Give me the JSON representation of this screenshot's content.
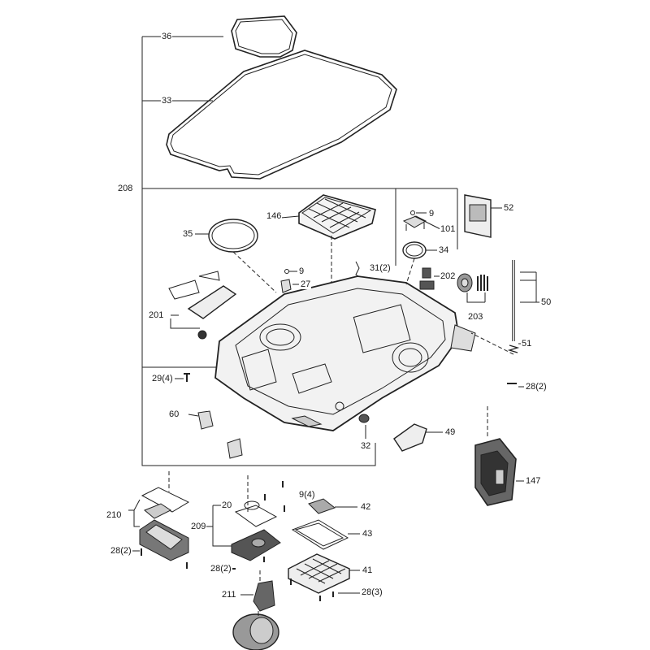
{
  "callouts": {
    "c36": "36",
    "c33": "33",
    "c208": "208",
    "c146": "146",
    "c35": "35",
    "c9a": "9",
    "c101": "101",
    "c52": "52",
    "c34": "34",
    "c9b": "9",
    "c27": "27",
    "c31": "31(2)",
    "c202": "202",
    "c50": "50",
    "c201": "201",
    "c203": "203",
    "c51": "51",
    "c29": "29(4)",
    "c28a": "28(2)",
    "c60": "60",
    "c49": "49",
    "c32": "32",
    "c147": "147",
    "c94": "9(4)",
    "c20": "20",
    "c42": "42",
    "c210": "210",
    "c209": "209",
    "c43": "43",
    "c28b": "28(2)",
    "c28c": "28(2)",
    "c41": "41",
    "c28d": "28(3)",
    "c211": "211"
  }
}
